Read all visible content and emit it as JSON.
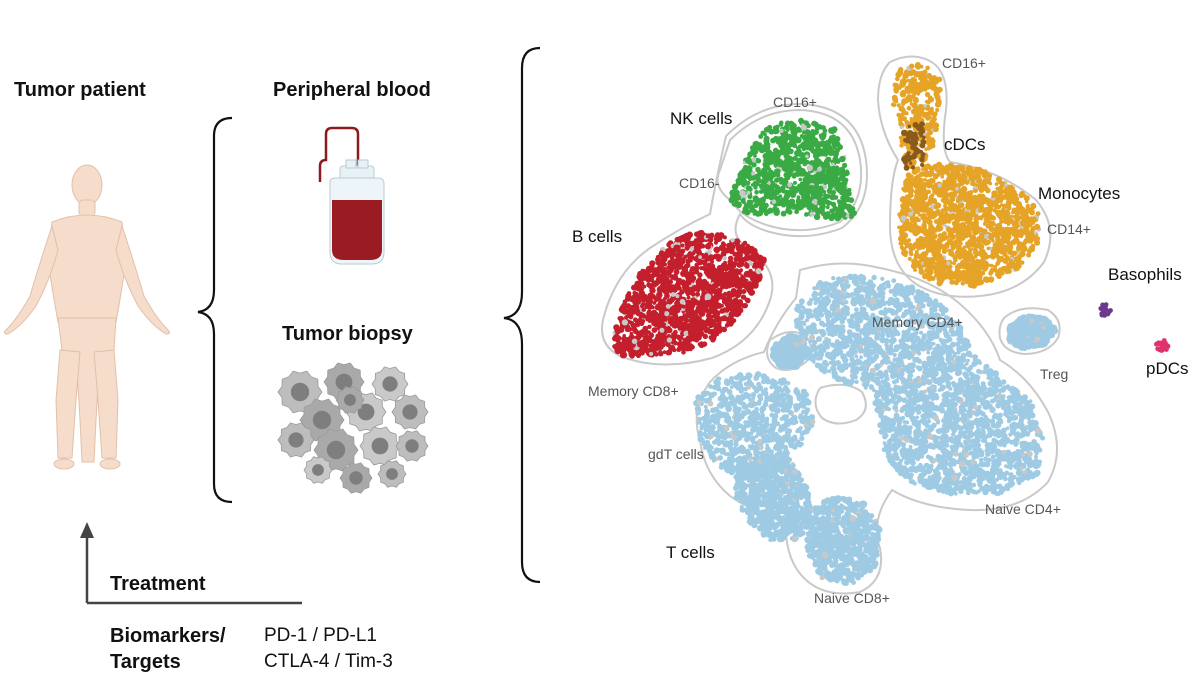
{
  "left_panel": {
    "patient_title": "Tumor patient",
    "samples": {
      "blood_title": "Peripheral blood",
      "biopsy_title": "Tumor biopsy"
    },
    "treatment_label": "Treatment",
    "biomarkers": {
      "heading_line1": "Biomarkers/",
      "heading_line2": "Targets",
      "targets_line1": "PD-1 / PD-L1",
      "targets_line2": "CTLA-4 / Tim-3"
    }
  },
  "cluster_map": {
    "populations": [
      {
        "key": "nk",
        "label": "NK cells",
        "color": "#3aaa45"
      },
      {
        "key": "b",
        "label": "B cells",
        "color": "#c41f2c"
      },
      {
        "key": "cdc",
        "label": "cDCs",
        "color": "#e5a427"
      },
      {
        "key": "mono",
        "label": "Monocytes",
        "color": "#e5a427"
      },
      {
        "key": "baso",
        "label": "Basophils",
        "color": "#6a3a8c"
      },
      {
        "key": "pdc",
        "label": "pDCs",
        "color": "#e0336e"
      },
      {
        "key": "t",
        "label": "T cells",
        "color": "#9ecbe3"
      }
    ],
    "subset_labels": {
      "nk_cd16_pos": "CD16+",
      "nk_cd16_neg": "CD16-",
      "cdc_cd16_pos": "CD16+",
      "mono_cd14_pos": "CD14+",
      "memory_cd4": "Memory CD4+",
      "treg": "Treg",
      "memory_cd8": "Memory CD8+",
      "gdt": "gdT cells",
      "naive_cd4": "Naive CD4+",
      "naive_cd8": "Naive CD8+"
    }
  }
}
